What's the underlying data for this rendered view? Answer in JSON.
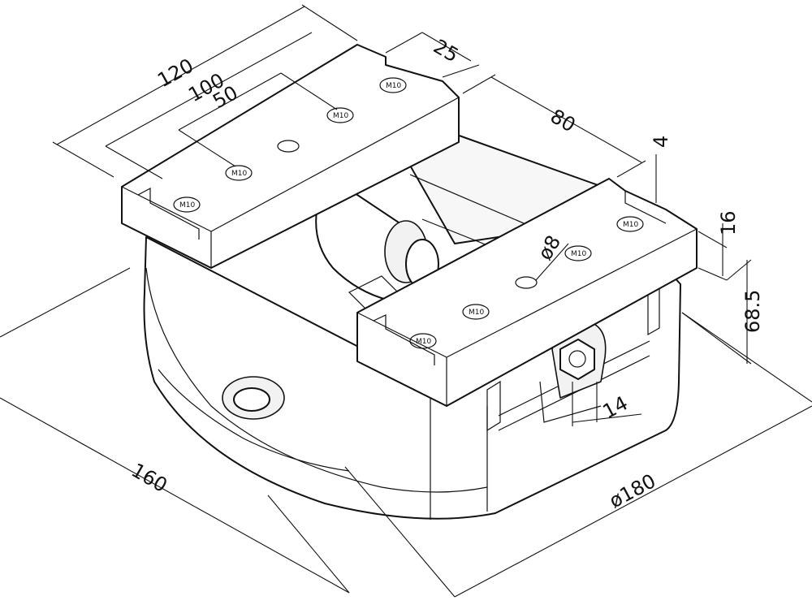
{
  "dimensions": {
    "d120": "120",
    "d100": "100",
    "d50": "50",
    "d25": "25",
    "d80": "80",
    "d4": "4",
    "d16": "16",
    "d68_5": "68.5",
    "d_phi8": "ø8",
    "d14": "14",
    "d160": "160",
    "d_phi180": "ø180"
  },
  "holes": {
    "m10": "M10"
  }
}
